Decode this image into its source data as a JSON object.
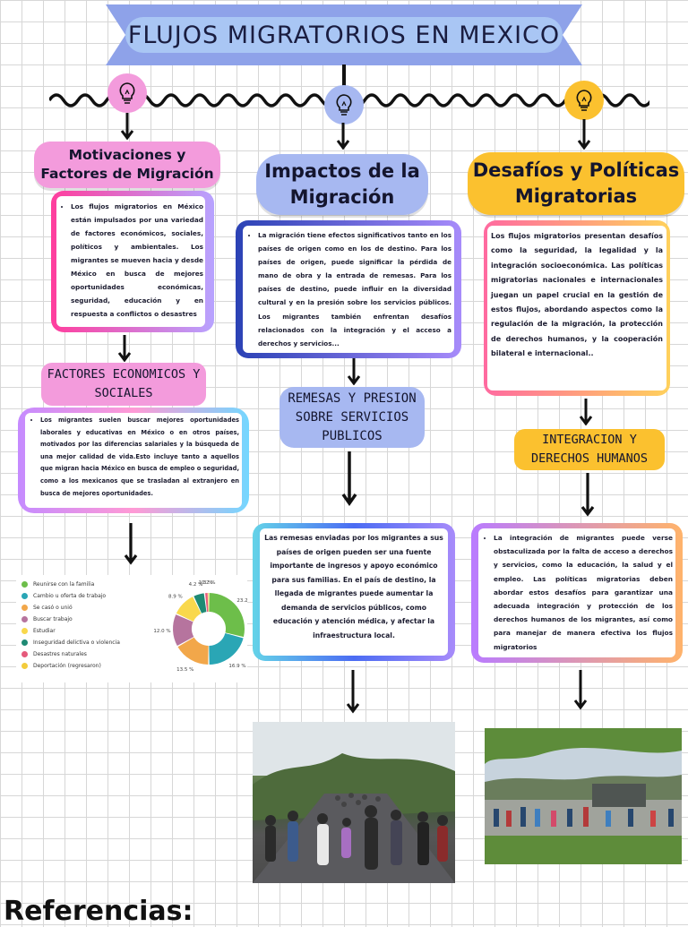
{
  "title": "FLUJOS MIGRATORIOS EN MEXICO",
  "colors": {
    "banner": "#8ea2e9",
    "banner_inner": "#a9c6f4",
    "pink": "#f39bdc",
    "blue": "#a7b8f1",
    "yellow": "#fbc12f",
    "pink_gradient": [
      "#ff3e9d",
      "#b8a3ff"
    ],
    "blue_gradient": [
      "#2b42b5",
      "#a78bfa"
    ],
    "yellow_gradient": [
      "#ff6aa0",
      "#ffd15c"
    ]
  },
  "icons": [
    "lightbulb-icon",
    "lightbulb-icon",
    "lightbulb-icon",
    "arrow-down-icon"
  ],
  "col1": {
    "heading": "Motivaciones y Factores de Migración",
    "body": "Los flujos migratorios en México están impulsados por una variedad de factores económicos, sociales, políticos y ambientales. Los migrantes se mueven hacia y desde México en busca de mejores oportunidades económicas, seguridad, educación y en respuesta a conflictos o desastres",
    "subheading": "FACTORES ECONOMICOS Y SOCIALES",
    "sub_body": "Los migrantes suelen buscar mejores oportunidades laborales y educativas en México o en otros países, motivados por las diferencias salariales y la búsqueda de una mejor calidad de vida.Esto incluye tanto a aquellos que migran hacia México en busca de empleo o seguridad, como a los mexicanos que se trasladan al extranjero en busca de mejores oportunidades."
  },
  "col2": {
    "heading": "Impactos de la Migración",
    "body": "La migración tiene efectos significativos tanto en los países de origen como en los de destino. Para los países de origen, puede significar la pérdida de mano de obra y la entrada de remesas. Para los países de destino, puede influir en la diversidad cultural y en la presión sobre los servicios públicos. Los migrantes también enfrentan desafíos relacionados con la integración y el acceso a derechos y servicios...",
    "subheading": "REMESAS Y PRESION SOBRE SERVICIOS PUBLICOS",
    "sub_body": "Las remesas enviadas por los migrantes a sus países de origen pueden ser una fuente importante de ingresos y apoyo económico para sus familias. En el país de destino, la llegada de migrantes puede aumentar la demanda de servicios públicos, como educación y atención médica, y afectar la infraestructura local."
  },
  "col3": {
    "heading": "Desafíos y Políticas Migratorias",
    "body": "Los flujos migratorios presentan desafíos como la seguridad, la legalidad y la integración socioeconómica. Las políticas migratorias nacionales e internacionales juegan un papel crucial en la gestión de estos flujos, abordando aspectos como la regulación de la migración, la protección de derechos humanos, y la cooperación bilateral e internacional..",
    "subheading": "INTEGRACION Y DERECHOS HUMANOS",
    "sub_body": "La integración de migrantes puede verse obstaculizada por la falta de acceso a derechos y servicios, como la educación, la salud y el empleo. Las políticas migratorias deben abordar estos desafíos para garantizar una adecuada integración y protección de los derechos humanos de los migrantes, así como para manejar de manera efectiva los flujos migratorios"
  },
  "chart_data": {
    "type": "pie",
    "title": "",
    "categories": [
      "Reunirse con la familia",
      "Cambio u oferta de trabajo",
      "Se casó o unió",
      "Buscar trabajo",
      "Estudiar",
      "Inseguridad delictiva o violencia",
      "Desastres naturales",
      "Deportación (regresaron)"
    ],
    "values": [
      23.2,
      16.9,
      13.5,
      12.0,
      8.9,
      4.2,
      1.3,
      0.2
    ],
    "value_labels": [
      "23.2 %",
      "16.9 %",
      "13.5 %",
      "12.0 %",
      "8.9 %",
      "4.2 %",
      "1.3 %",
      "0.2 %"
    ],
    "colors": [
      "#6dbe4a",
      "#2aa6b5",
      "#f2a74a",
      "#b6749e",
      "#f9d84c",
      "#1e8a74",
      "#e55a7b",
      "#f3cc3c"
    ],
    "legend_placement": "left",
    "donut": true
  },
  "photos": [
    {
      "name": "migrant-caravan-photo"
    },
    {
      "name": "migrants-roadside-photo"
    }
  ],
  "references_label": "Referencias:"
}
